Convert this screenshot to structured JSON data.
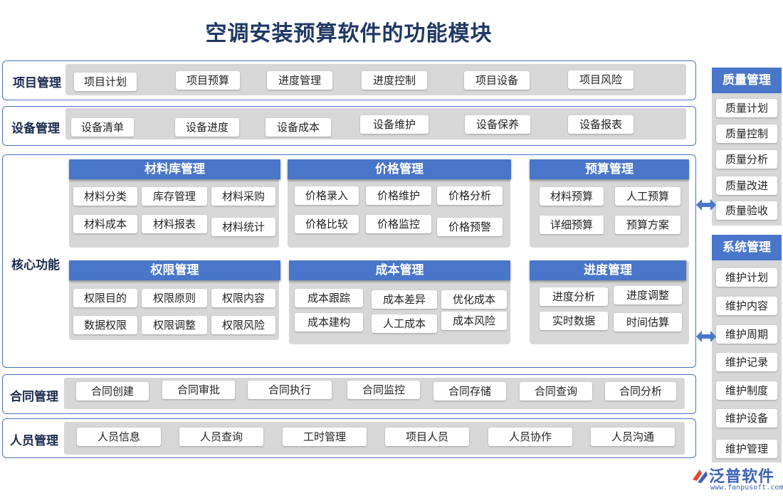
{
  "title": "空调安装预算软件的功能模块",
  "project": {
    "label": "项目管理",
    "items": [
      "项目计划",
      "项目预算",
      "进度管理",
      "进度控制",
      "项目设备",
      "项目风险"
    ]
  },
  "equipment": {
    "label": "设备管理",
    "items": [
      "设备清单",
      "设备进度",
      "设备成本",
      "设备维护",
      "设备保养",
      "设备报表"
    ]
  },
  "core": {
    "label": "核心功能",
    "materials": {
      "title": "材料库管理",
      "items": [
        "材料分类",
        "库存管理",
        "材料采购",
        "材料成本",
        "材料报表",
        "材料统计"
      ]
    },
    "price": {
      "title": "价格管理",
      "items": [
        "价格录入",
        "价格维护",
        "价格分析",
        "价格比较",
        "价格监控",
        "价格预警"
      ]
    },
    "budget": {
      "title": "预算管理",
      "items": [
        "材料预算",
        "人工预算",
        "详细预算",
        "预算方案"
      ]
    },
    "permission": {
      "title": "权限管理",
      "items": [
        "权限目的",
        "权限原则",
        "权限内容",
        "数据权限",
        "权限调整",
        "权限风险"
      ]
    },
    "cost": {
      "title": "成本管理",
      "items": [
        "成本跟踪",
        "成本差异",
        "优化成本",
        "成本建构",
        "人工成本",
        "成本风险"
      ]
    },
    "schedule": {
      "title": "进度管理",
      "items": [
        "进度分析",
        "进度调整",
        "实时数据",
        "时间估算"
      ]
    }
  },
  "contract": {
    "label": "合同管理",
    "items": [
      "合同创建",
      "合同审批",
      "合同执行",
      "合同监控",
      "合同存储",
      "合同查询",
      "合同分析"
    ]
  },
  "staff": {
    "label": "人员管理",
    "items": [
      "人员信息",
      "人员查询",
      "工时管理",
      "项目人员",
      "人员协作",
      "人员沟通"
    ]
  },
  "quality": {
    "title": "质量管理",
    "items": [
      "质量计划",
      "质量控制",
      "质量分析",
      "质量改进",
      "质量验收"
    ]
  },
  "system": {
    "title": "系统管理",
    "items": [
      "维护计划",
      "维护内容",
      "维护周期",
      "维护记录",
      "维护制度",
      "维护设备",
      "维护管理"
    ]
  },
  "logo": {
    "name": "泛普软件",
    "url": "www.fanpusoft.com"
  },
  "colors": {
    "accent": "#4a76c9",
    "border": "#4a72c4",
    "panel": "#d7d7d7"
  }
}
